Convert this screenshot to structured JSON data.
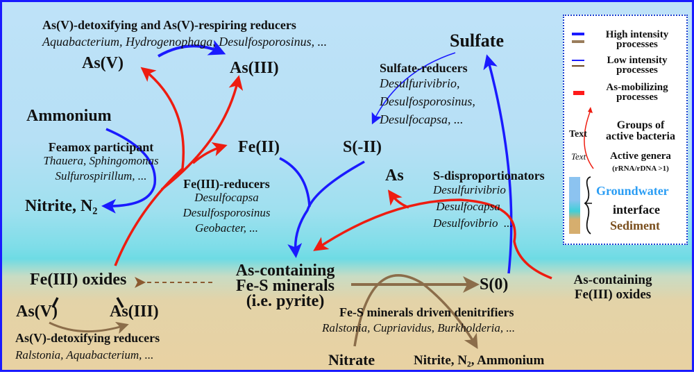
{
  "colors": {
    "high_blue": "#1a1aff",
    "high_brown": "#8b6d4a",
    "as_mobilizing_red": "#ff1a1a",
    "groundwater_text": "#2a9df4",
    "sediment_text": "#7a4f1e"
  },
  "nodes": {
    "as_v_top": "As(V)",
    "as_iii_top": "As(III)",
    "ammonium": "Ammonium",
    "nitrite_n2_left": "Nitrite, N",
    "nitrite_n2_left_sub": "2",
    "fe_ii": "Fe(II)",
    "s_minus_ii": "S(-II)",
    "sulfate": "Sulfate",
    "as": "As",
    "fe_iii_oxides": "Fe(III) oxides",
    "as_v_bottom": "As(V)",
    "as_iii_bottom": "As(III)",
    "fes_minerals": [
      "As-containing",
      "Fe-S minerals",
      "(i.e. pyrite)"
    ],
    "s0": "S(0)",
    "as_fe_iii_oxides": [
      "As-containing",
      "Fe(III) oxides"
    ],
    "nitrate": "Nitrate",
    "nitrite_bottom_a": "Nitrite, N",
    "nitrite_bottom_sub": "2",
    "nitrite_bottom_b": ", Ammonium"
  },
  "groups": {
    "as_reducers": {
      "title": "As(V)-detoxifying and As(V)-respiring reducers",
      "genera": "Aquabacterium, Hydrogenophaga, Desulfosporosinus, ..."
    },
    "feamox": {
      "title": "Feamox participant",
      "genera": [
        "Thauera, Sphingomonas",
        "Sulfurospirillum, ..."
      ]
    },
    "fe_iii_reducers": {
      "title": "Fe(III)-reducers",
      "genera": [
        "Desulfocapsa",
        "Desulfosporosinus",
        "Geobacter, ..."
      ]
    },
    "sulfate_reducers": {
      "title": "Sulfate-reducers",
      "genera": [
        "Desulfurivibrio,",
        "Desulfosporosinus,",
        "Desulfocapsa, ..."
      ]
    },
    "s_disproportionators": {
      "title": "S-disproportionators",
      "genera": [
        "Desulfurivibrio",
        " Desulfocapsa",
        "Desulfovibrio  ..."
      ]
    },
    "as_detox_reducers": {
      "title": "As(V)-detoxifying reducers",
      "genera": "Ralstonia, Aquabacterium, ..."
    },
    "fes_denitrifiers": {
      "title": "Fe-S minerals driven denitrifiers",
      "genera": "Ralstonia, Cupriavidus, Burkholderia, ..."
    }
  },
  "legend": {
    "high_intensity": [
      "High intensity",
      "processes"
    ],
    "low_intensity": [
      "Low intensity",
      "processes"
    ],
    "as_mobilizing": [
      "As-mobilizing",
      "processes"
    ],
    "groups_sample": "Text",
    "groups": [
      "Groups of",
      "active bacteria"
    ],
    "genera_sample": "Text",
    "genera": "Active genera",
    "genera_note": "(rRNA/rDNA >1)",
    "groundwater": "Groundwater",
    "interface": "interface",
    "sediment": "Sediment"
  }
}
